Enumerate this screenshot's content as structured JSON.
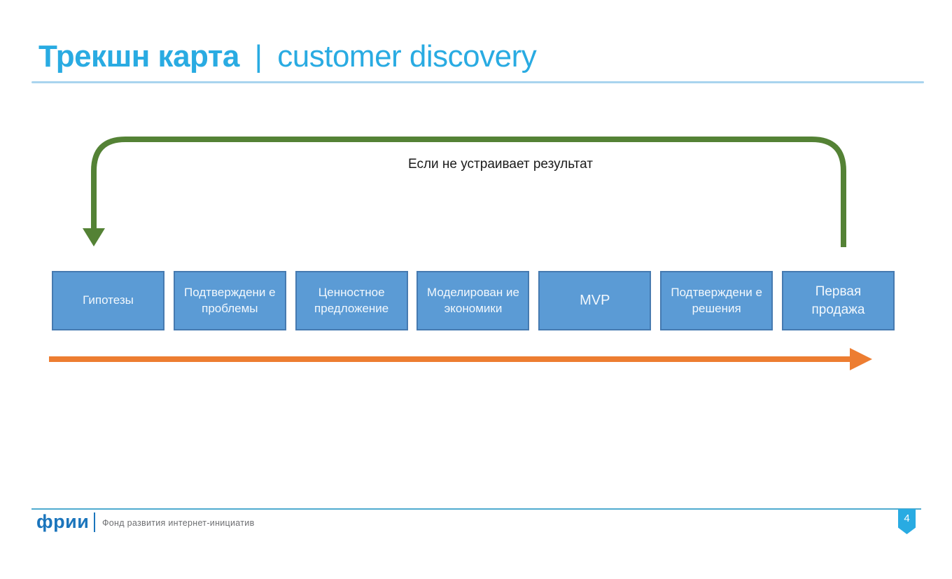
{
  "slide": {
    "title_bold": "Трекшн карта",
    "title_separator": "|",
    "title_regular": "customer discovery"
  },
  "loop": {
    "label": "Если не устраивает результат"
  },
  "stages": [
    {
      "label": "Гипотезы"
    },
    {
      "label": "Подтверждени е проблемы"
    },
    {
      "label": "Ценностное предложение"
    },
    {
      "label": "Моделирован ие экономики"
    },
    {
      "label": "MVP"
    },
    {
      "label": "Подтверждени е решения"
    },
    {
      "label": "Первая продажа"
    }
  ],
  "footer": {
    "logo": "фрии",
    "org": "Фонд развития интернет-инициатив",
    "page_number": "4"
  },
  "colors": {
    "title_blue": "#29abe2",
    "title_rule": "#a9d4ee",
    "box_fill": "#5b9bd5",
    "box_border": "#467ab0",
    "box_text": "#f2f8fd",
    "green_arrow": "#548235",
    "orange_arrow": "#ed7d31",
    "footer_rule": "#4fabcf",
    "logo_blue": "#1b75bc",
    "badge_blue": "#29abe2"
  }
}
